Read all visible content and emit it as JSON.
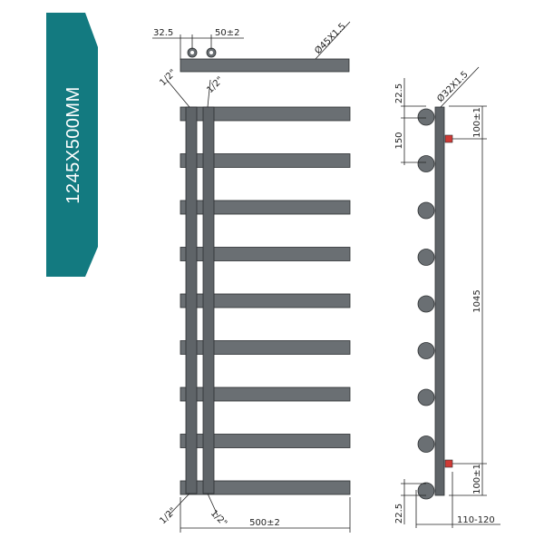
{
  "badge": {
    "text": "1245X500MM",
    "color": "#137a80"
  },
  "front_view": {
    "top_left_offset": "32.5",
    "pipe_spacing": "50±2",
    "bar_diameter": "Ø45X1.5",
    "connection_top_left": "1/2\"",
    "connection_top_right": "1/2\"",
    "connection_bottom_left": "1/2\"",
    "connection_bottom_right": "1/2\"",
    "width": "500±2",
    "bar_count": 9
  },
  "side_view": {
    "top_offset": "22.5",
    "pipe_diameter": "Ø32X1.5",
    "bar_pitch": "150",
    "bracket_top": "100±1",
    "height_between": "1045",
    "bracket_bottom": "100±1",
    "bottom_offset": "22.5",
    "depth": "110-120",
    "bracket_color": "#d03a35"
  }
}
